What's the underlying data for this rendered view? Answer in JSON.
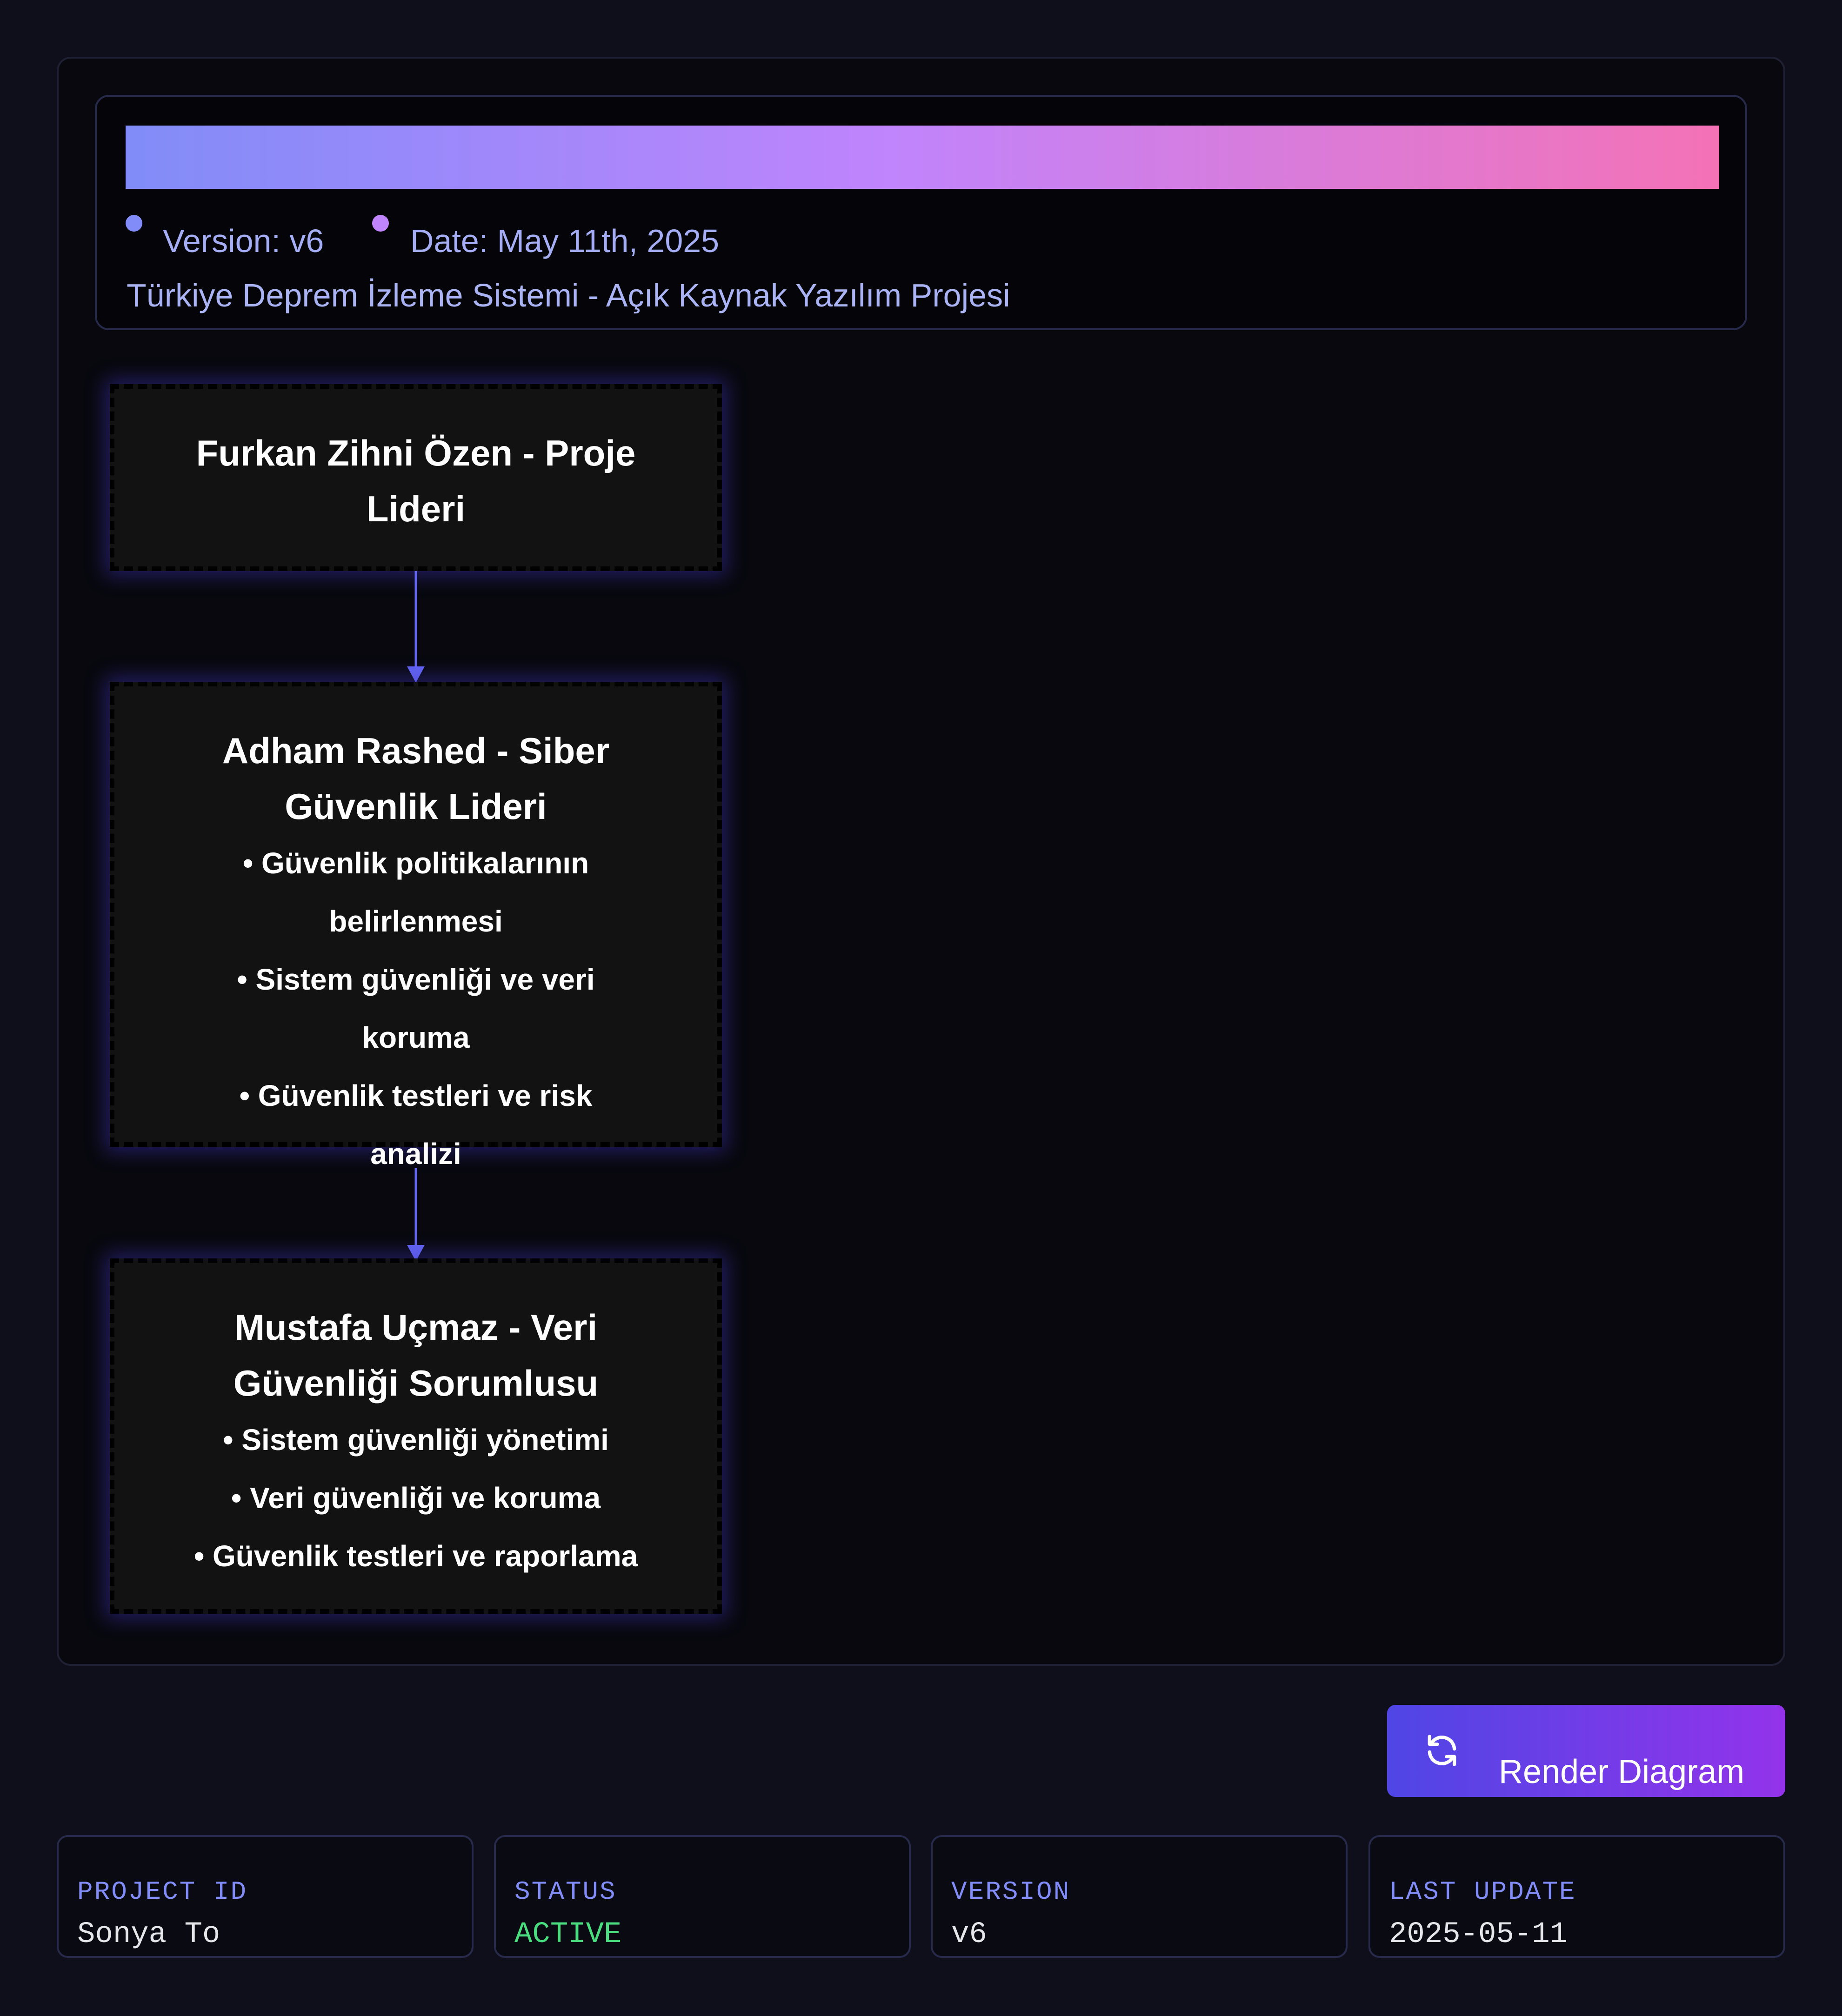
{
  "header": {
    "version_label": "Version: v6",
    "date_label": "Date: May 11th, 2025",
    "subtitle": "Türkiye Deprem İzleme Sistemi - Açık Kaynak Yazılım Projesi",
    "dot_colors": [
      "#818cf8",
      "#c084fc"
    ],
    "gradient": [
      "#818cf8",
      "#c084fc",
      "#f472b6"
    ]
  },
  "diagram": {
    "nodes": [
      {
        "title_lines": [
          "Furkan Zihni Özen - Proje",
          "Lideri"
        ],
        "bullet_lines": []
      },
      {
        "title_lines": [
          "Adham Rashed - Siber",
          "Güvenlik Lideri"
        ],
        "bullet_lines": [
          "• Güvenlik politikalarının",
          "belirlenmesi",
          "• Sistem güvenliği ve veri",
          "koruma",
          "• Güvenlik testleri ve risk",
          "analizi"
        ]
      },
      {
        "title_lines": [
          "Mustafa Uçmaz - Veri",
          "Güvenliği Sorumlusu"
        ],
        "bullet_lines": [
          "• Sistem güvenliği yönetimi",
          "• Veri güvenliği ve koruma",
          "• Güvenlik testleri ve raporlama"
        ]
      }
    ],
    "edges": [
      {
        "from": 0,
        "to": 1
      },
      {
        "from": 1,
        "to": 2
      }
    ],
    "edge_color": "#6366f1"
  },
  "actions": {
    "render_label": "Render Diagram",
    "render_icon": "refresh-icon"
  },
  "info_cards": [
    {
      "key": "PROJECT ID",
      "value": "Sonya To"
    },
    {
      "key": "STATUS",
      "value": "ACTIVE"
    },
    {
      "key": "VERSION",
      "value": "v6"
    },
    {
      "key": "LAST UPDATE",
      "value": "2025-05-11"
    }
  ],
  "colors": {
    "background": "#0e0f1a",
    "status_active": "#4ade80",
    "card_key": "#818cf8",
    "button_gradient": [
      "#4f46e5",
      "#9333ea"
    ]
  }
}
